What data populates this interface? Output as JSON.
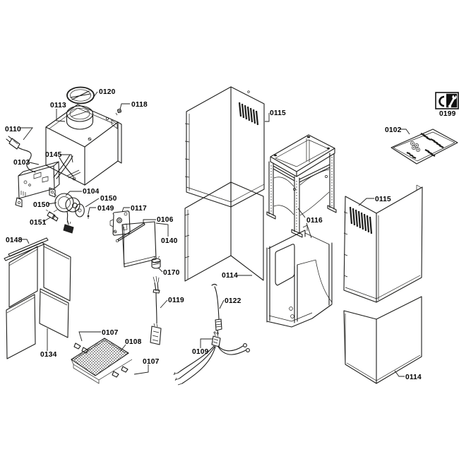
{
  "diagram": {
    "kind": "exploded-parts-diagram",
    "colors": {
      "background": "#ffffff",
      "line": "#1d1d1b",
      "label": "#000000",
      "icon_black": "#111111"
    },
    "part_labels": [
      "0120",
      "0113",
      "0118",
      "0110",
      "0145",
      "0103",
      "0104",
      "0150",
      "0149",
      "0150",
      "0151",
      "0117",
      "0106",
      "0140",
      "0170",
      "0148",
      "0134",
      "0107",
      "0108",
      "0107",
      "0119",
      "0122",
      "0109",
      "0115",
      "0116",
      "0114",
      "0115",
      "0114",
      "0102",
      "0199"
    ]
  }
}
